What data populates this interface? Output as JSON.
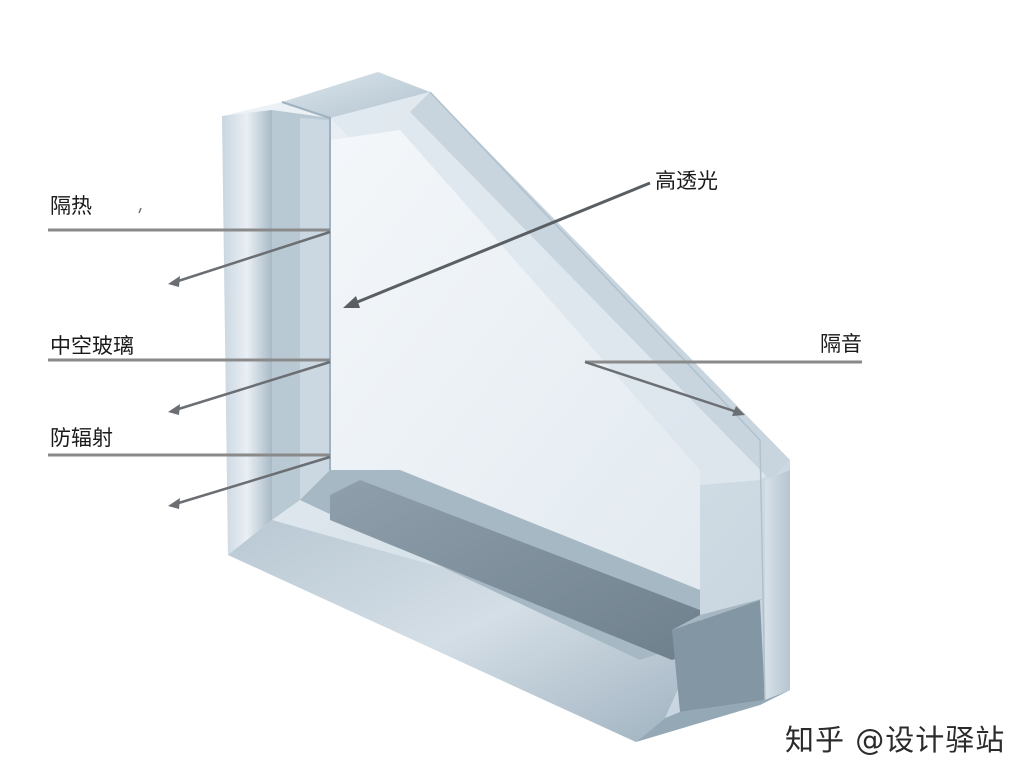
{
  "labels": {
    "insulation": "隔热",
    "high_transmittance": "高透光",
    "insulating_glass": "中空玻璃",
    "soundproof": "隔音",
    "anti_radiation": "防辐射"
  },
  "watermark": "知乎 @设计驿站",
  "colors": {
    "glass_light": "#e8eff4",
    "glass_mid": "#b9c8d4",
    "glass_dark": "#8da1b1",
    "spacer": "#7f909e",
    "leader_line": "#8a8a8a",
    "arrow_line": "#6b6f73",
    "text": "#1a1a1a"
  }
}
